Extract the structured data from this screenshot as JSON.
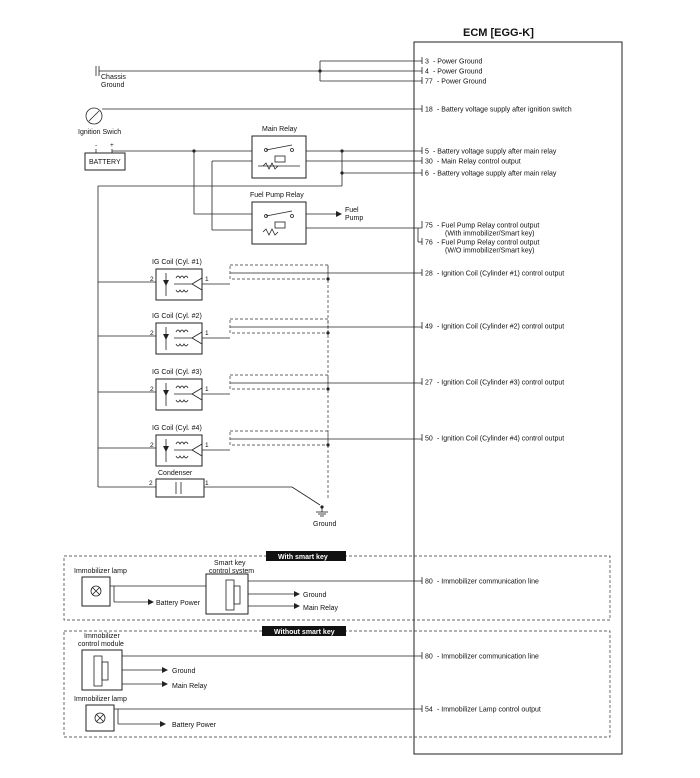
{
  "ecm": {
    "title": "ECM [EGG-K]"
  },
  "components": {
    "chassis_ground": "Chassis\nGround",
    "ignition_switch": "Ignition Swich",
    "battery": "BATTERY",
    "battery_minus": "-",
    "battery_plus": "+",
    "main_relay": "Main Relay",
    "fuel_pump_relay": "Fuel Pump Relay",
    "fuel_pump": "Fuel\nPump",
    "condenser": "Condenser",
    "ground": "Ground",
    "pin_1": "1",
    "pin_2": "2"
  },
  "ig_coils": [
    "IG Coil (Cyl. #1)",
    "IG Coil (Cyl. #2)",
    "IG Coil (Cyl. #3)",
    "IG Coil (Cyl. #4)"
  ],
  "ecm_pins": [
    {
      "pin": "3",
      "label": "- Power Ground"
    },
    {
      "pin": "4",
      "label": "- Power Ground"
    },
    {
      "pin": "77",
      "label": "- Power Ground"
    },
    {
      "pin": "18",
      "label": "- Battery voltage supply after ignition switch"
    },
    {
      "pin": "5",
      "label": "- Battery voltage supply after main relay"
    },
    {
      "pin": "30",
      "label": "- Main Relay control output"
    },
    {
      "pin": "6",
      "label": "- Battery voltage supply after main relay"
    },
    {
      "pin": "75",
      "label": "- Fuel Pump Relay control output\n(With immobilizer/Smart key)"
    },
    {
      "pin": "76",
      "label": "- Fuel Pump Relay control output\n(W/O immobilizer/Smart key)"
    },
    {
      "pin": "28",
      "label": "- Ignition Coil (Cylinder #1) control output"
    },
    {
      "pin": "49",
      "label": "- Ignition Coil (Cylinder #2) control output"
    },
    {
      "pin": "27",
      "label": "- Ignition Coil (Cylinder #3) control output"
    },
    {
      "pin": "50",
      "label": "- Ignition Coil (Cylinder #4) control output"
    },
    {
      "pin": "80",
      "label": "- Immobilizer communication line"
    },
    {
      "pin": "80",
      "label": "- Immobilizer communication line"
    },
    {
      "pin": "54",
      "label": "- Immobilizer Lamp control output"
    }
  ],
  "smart_key_section": {
    "banner": "With smart key",
    "immobilizer_lamp": "Immobilizer lamp",
    "battery_power": "Battery Power",
    "smart_key_control": "Smart key\ncontrol system",
    "ground": "Ground",
    "main_relay": "Main Relay"
  },
  "no_smart_key_section": {
    "banner": "Without smart key",
    "immobilizer_module": "Immobilizer\ncontrol module",
    "ground": "Ground",
    "main_relay": "Main Relay",
    "immobilizer_lamp": "Immobilizer lamp",
    "battery_power": "Battery Power"
  }
}
